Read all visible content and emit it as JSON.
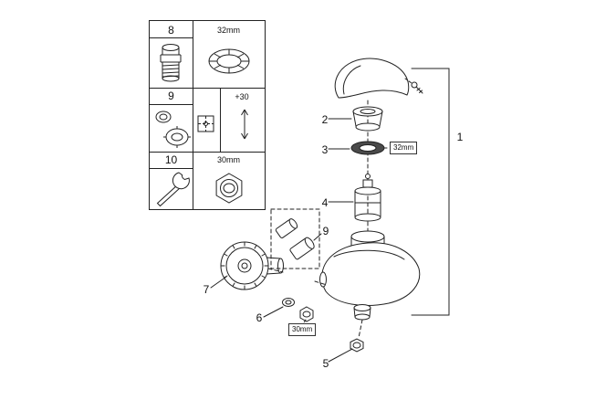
{
  "diagram": {
    "kind": "exploded spare-parts diagram (single-lever shower mixer)",
    "background": "#ffffff",
    "line_color": "#222222"
  },
  "parts_table": {
    "rows": [
      {
        "number": "8",
        "dimension": "32mm"
      },
      {
        "number": "9",
        "dimension": "+30"
      },
      {
        "number": "10",
        "dimension": "30mm"
      }
    ]
  },
  "callouts": {
    "c1": "1",
    "c2": "2",
    "c3": "3",
    "c4": "4",
    "c5": "5",
    "c6": "6",
    "c7": "7",
    "c9": "9"
  },
  "dimension_labels": {
    "cartridge_ring": "32mm",
    "union_nut": "30mm"
  }
}
